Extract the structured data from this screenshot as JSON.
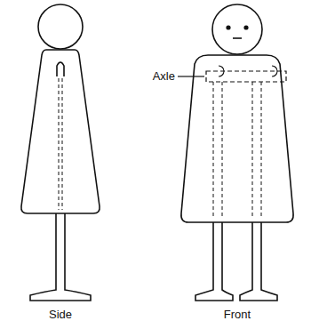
{
  "diagram": {
    "labels": [
      "Side",
      "Front",
      "Axle"
    ]
  }
}
